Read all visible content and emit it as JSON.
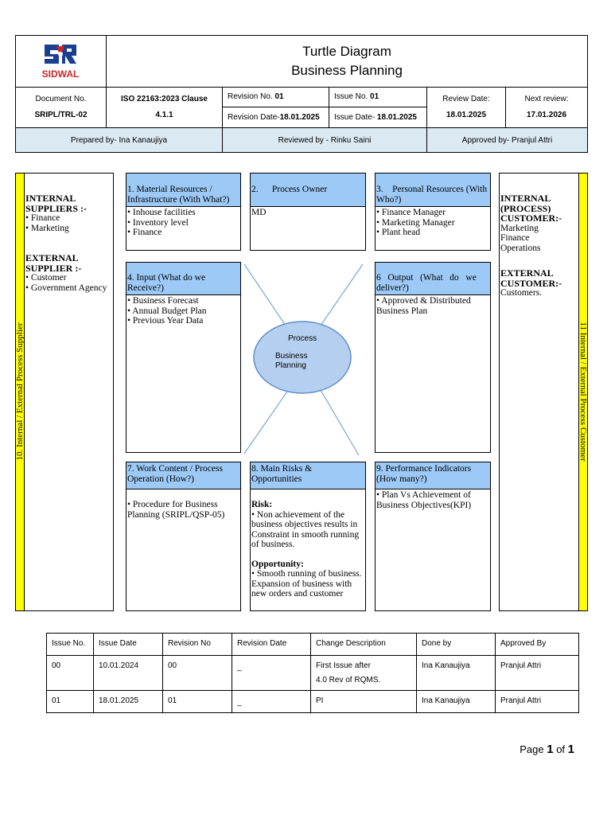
{
  "header": {
    "logo_text": "SIDWAL",
    "title": "Turtle Diagram",
    "subtitle": "Business Planning",
    "doc_no_label": "Document No.",
    "doc_no_value": "SRIPL/TRL-02",
    "clause_label": "ISO 22163:2023 Clause",
    "clause_value": "4.1.1",
    "revision_no_label": "Revision No. ",
    "revision_no_value": "01",
    "revision_date_label": "Revision Date-",
    "revision_date_value": "18.01.2025",
    "issue_no_label": "Issue No. ",
    "issue_no_value": "01",
    "issue_date_label": "Issue Date- ",
    "issue_date_value": "18.01.2025",
    "review_date_label": "Review Date:",
    "review_date_value": "18.01.2025",
    "next_review_label": "Next review:",
    "next_review_value": "17.01.2026",
    "prepared_by": "Prepared by- Ina Kanaujiya",
    "reviewed_by": "Reviewed by - Rinku Saini",
    "approved_by": "Approved by- Pranjul Attri"
  },
  "left_panel": {
    "side_label": "10. Internal / External Process Supplier",
    "internal_title": "INTERNAL SUPPLIERS :-",
    "internal_items": [
      "• Finance",
      "• Marketing"
    ],
    "external_title": "EXTERNAL SUPPLIER :-",
    "external_items": [
      "• Customer",
      "• Government Agency"
    ]
  },
  "right_panel": {
    "side_label": "11 Internal / External Process Customer",
    "internal_title": "INTERNAL (PROCESS) CUSTOMER:-",
    "internal_items": [
      "Marketing",
      "Finance",
      "Operations"
    ],
    "external_title": "EXTERNAL CUSTOMER:-",
    "external_items": [
      "Customers."
    ]
  },
  "boxes": {
    "b1": {
      "title": "1. Material Resources / Infrastructure (With What?)",
      "items": [
        "• Inhouse facilities",
        "• Inventory level",
        "• Finance"
      ]
    },
    "b2": {
      "title": "2.      Process Owner",
      "items": [
        "MD"
      ]
    },
    "b3": {
      "title": "3.    Personal Resources (With Who?)",
      "items": [
        "• Finance Manager",
        "• Marketing Manager",
        "• Plant head"
      ]
    },
    "b4": {
      "title": "4. Input (What do we Receive?)",
      "items": [
        "• Business Forecast",
        "• Annual Budget Plan",
        "• Previous Year Data"
      ]
    },
    "b6": {
      "title": "6   Output   (What   do   we deliver?)",
      "items": [
        "• Approved & Distributed Business Plan"
      ]
    },
    "b7": {
      "title": "7. Work Content / Process Operation (How?)",
      "items": [
        "• Procedure for Business Planning (SRIPL/QSP-05)"
      ]
    },
    "b8": {
      "title": "8. Main Risks & Opportunities",
      "risk_label": "Risk:",
      "risk_text": "• Non achievement of the business objectives results in Constraint in smooth running of business.",
      "opp_label": "Opportunity:",
      "opp_text": "• Smooth running of business. Expansion of business with new orders and customer"
    },
    "b9": {
      "title": "9. Performance Indicators (How many?)",
      "items": [
        "• Plan Vs Achievement of Business Objectives(KPI)"
      ]
    }
  },
  "center": {
    "line1": "Process",
    "line2": "Business",
    "line3": "Planning"
  },
  "history": {
    "columns": [
      "Issue No.",
      "Issue Date",
      "Revision No",
      "Revision Date",
      "Change Description",
      "Done by",
      "Approved By"
    ],
    "rows": [
      [
        "00",
        "10.01.2024",
        "00",
        "_",
        "First Issue after",
        "Ina Kanaujiya",
        "Pranjul Attri"
      ],
      [
        "01",
        "18.01.2025",
        "01",
        "_",
        "PI",
        "Ina Kanaujiya",
        "Pranjul Attri"
      ]
    ],
    "row0_desc_line2": "4.0 Rev of RQMS."
  },
  "footer": {
    "page_word": "Page ",
    "page_num": "1",
    "of_word": " of ",
    "page_total": "1"
  }
}
